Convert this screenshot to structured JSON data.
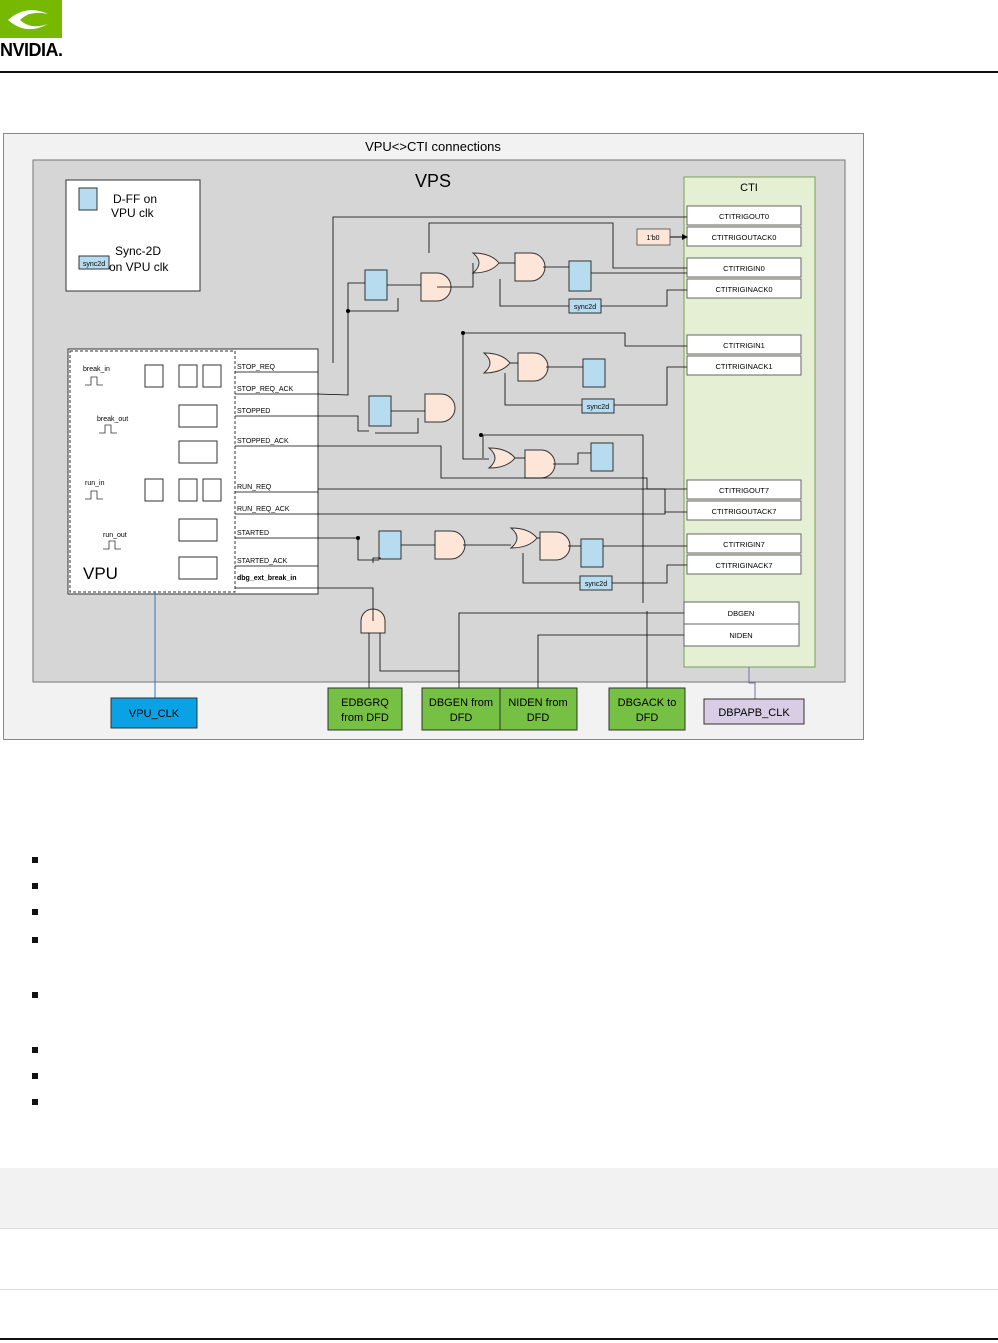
{
  "header": {
    "brand": "NVIDIA.",
    "logo_icon": "nvidia-eye-icon"
  },
  "diagram": {
    "title": "VPU<>CTI connections",
    "vps_label": "VPS",
    "cti_label": "CTI",
    "vpu_label": "VPU",
    "legend": {
      "dff_text_1": "D-FF on",
      "dff_text_2": "VPU clk",
      "sync_text_1": "Sync-2D",
      "sync_text_2": "on VPU clk",
      "sync_box": "sync2d"
    },
    "vpu_inputs": [
      "break_in",
      "break_out",
      "run_in",
      "run_out"
    ],
    "vpu_signals": [
      "STOP_REQ",
      "STOP_REQ_ACK",
      "STOPPED",
      "STOPPED_ACK",
      "RUN_REQ",
      "RUN_REQ_ACK",
      "STARTED",
      "STARTED_ACK",
      "dbg_ext_break_in"
    ],
    "cti_ports": [
      "CTITRIGOUT0",
      "CTITRIGOUTACK0",
      "CTITRIGIN0",
      "CTITRIGINACK0",
      "CTITRIGIN1",
      "CTITRIGINACK1",
      "CTITRIGOUT7",
      "CTITRIGOUTACK7",
      "CTITRIGIN7",
      "CTITRIGINACK7",
      "DBGEN",
      "NIDEN"
    ],
    "const_box": "1'b0",
    "sync_box": "sync2d",
    "bottom_boxes": {
      "vpu_clk": "VPU_CLK",
      "edbgrq_1": "EDBGRQ",
      "edbgrq_2": "from DFD",
      "dbgen_1": "DBGEN from",
      "dbgen_2": "DFD",
      "niden_1": "NIDEN from",
      "niden_2": "DFD",
      "dbgack_1": "DBGACK to",
      "dbgack_2": "DFD",
      "dbpapb_clk": "DBPAPB_CLK"
    },
    "colors": {
      "green": "#76c043",
      "cyan": "#0aa2e4",
      "lavender": "#d9cde6",
      "gate": "#fde6d8",
      "ff": "#b7dcef",
      "cti": "#e4efd3"
    }
  }
}
